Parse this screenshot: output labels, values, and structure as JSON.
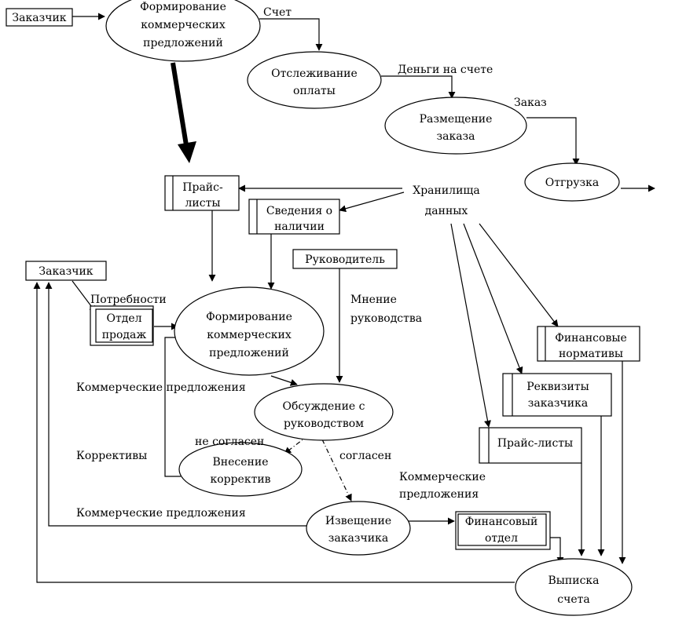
{
  "nodes": {
    "customer_top": "Заказчик",
    "form_offers_top": [
      "Формирование",
      "коммерческих",
      "предложений"
    ],
    "payment_tracking": [
      "Отслеживание",
      "оплаты"
    ],
    "order_placement": [
      "Размещение",
      "заказа"
    ],
    "shipment": "Отгрузка",
    "data_stores": [
      "Хранилища",
      "данных"
    ],
    "price_lists_store": [
      "Прайс-",
      "листы"
    ],
    "availability_store": [
      "Сведения о",
      "наличии"
    ],
    "manager": "Руководитель",
    "customer_left": "Заказчик",
    "sales_dept": [
      "Отдел",
      "продаж"
    ],
    "form_offers_mid": [
      "Формирование",
      "коммерческих",
      "предложений"
    ],
    "financial_norms": [
      "Финансовые",
      "нормативы"
    ],
    "customer_details": [
      "Реквизиты",
      "заказчика"
    ],
    "discussion": [
      "Обсуждение с",
      "руководством"
    ],
    "price_lists_store2": "Прайс-листы",
    "corrections_entry": [
      "Внесение",
      "корректив"
    ],
    "notify_customer": [
      "Извещение",
      "заказчика"
    ],
    "finance_dept": [
      "Финансовый",
      "отдел"
    ],
    "invoice": [
      "Выписка",
      "счета"
    ]
  },
  "labels": {
    "invoice_flow": "Счет",
    "money_on_account": "Деньги на счете",
    "order": "Заказ",
    "needs": "Потребности",
    "manager_opinion": [
      "Мнение",
      "руководства"
    ],
    "commercial_offers_1": "Коммерческие предложения",
    "disagree": "не согласен",
    "corrections": "Коррективы",
    "agree": "согласен",
    "commercial_offers_2": [
      "Коммерческие",
      "предложения"
    ],
    "commercial_offers_3": "Коммерческие предложения"
  }
}
